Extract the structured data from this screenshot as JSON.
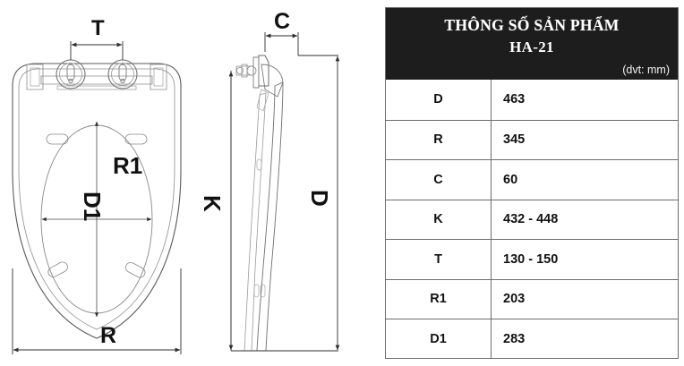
{
  "drawing": {
    "views": {
      "top": {
        "name": "toilet-seat-top-view"
      },
      "side": {
        "name": "toilet-seat-side-view"
      }
    },
    "dimension_labels": {
      "T": "T",
      "R1": "R1",
      "D1": "D1",
      "R": "R",
      "C": "C",
      "K": "K",
      "D": "D"
    }
  },
  "table": {
    "title": "THÔNG SỐ SẢN PHẨM",
    "model": "HA-21",
    "unit_note": "(dvt: mm)",
    "rows": [
      {
        "key": "D",
        "value": "463"
      },
      {
        "key": "R",
        "value": "345"
      },
      {
        "key": "C",
        "value": "60"
      },
      {
        "key": "K",
        "value": "432 - 448"
      },
      {
        "key": "T",
        "value": "130 - 150"
      },
      {
        "key": "R1",
        "value": "203"
      },
      {
        "key": "D1",
        "value": "283"
      }
    ]
  },
  "colors": {
    "header_bg": "#1d1d1d",
    "border": "#6d6d6d",
    "line": "#3a3a3a",
    "text": "#111111"
  }
}
